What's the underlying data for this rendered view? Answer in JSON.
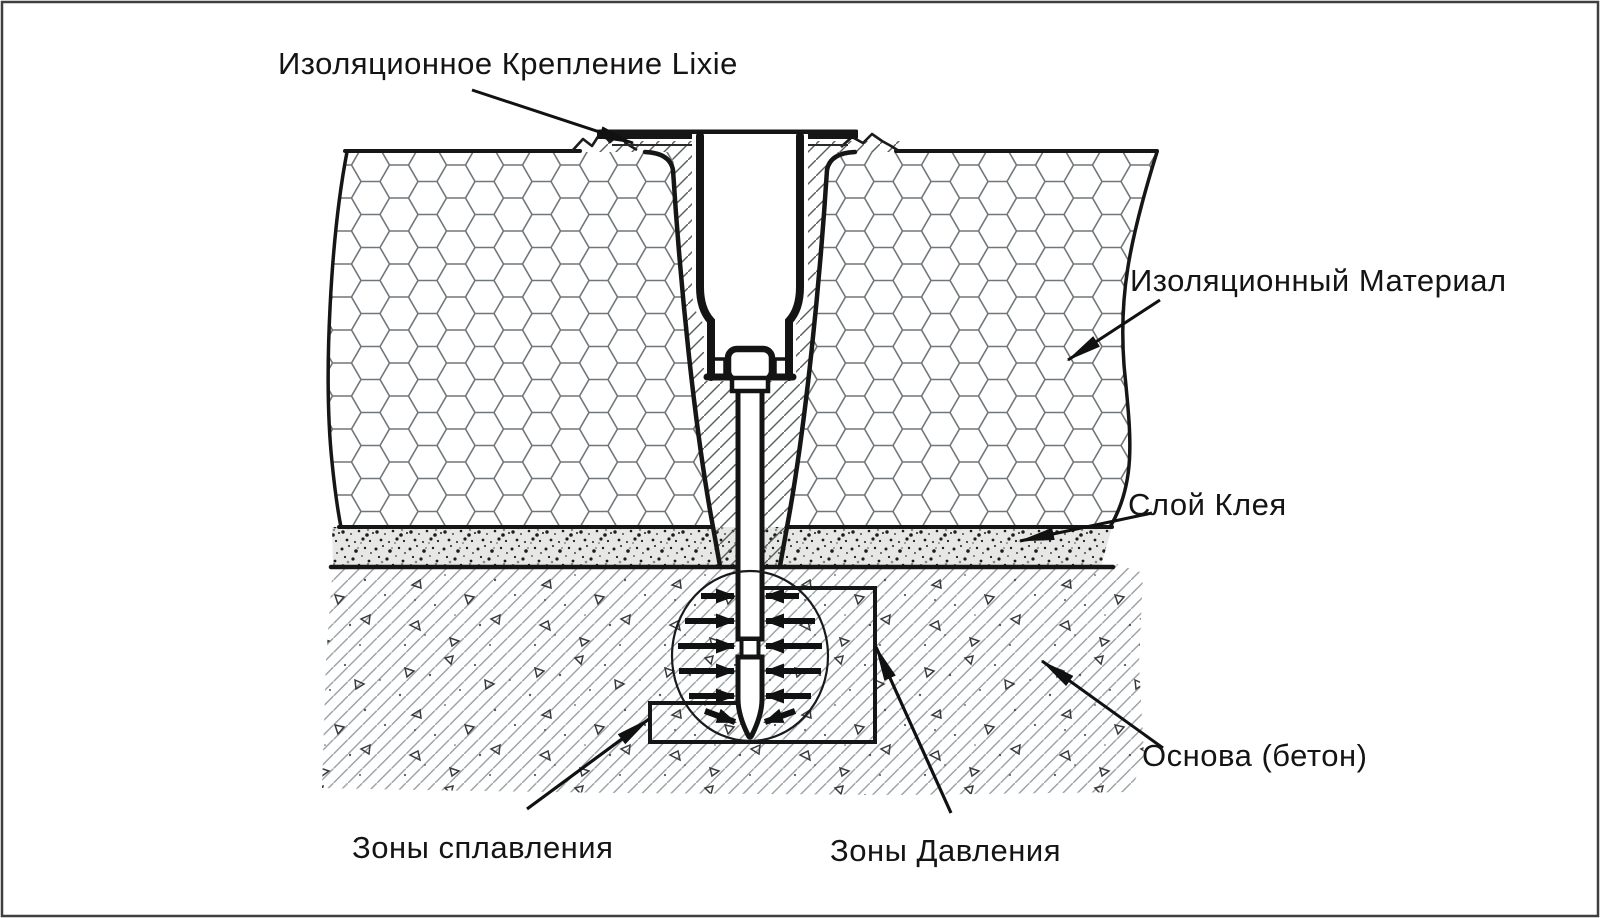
{
  "diagram": {
    "labels": {
      "fastener": "Изоляционное Крепление Lixie",
      "insulation_material": "Изоляционный Материал",
      "adhesive_layer": "Слой Клея",
      "base_concrete": "Основа (бетон)",
      "fusion_zones": "Зоны сплавления",
      "pressure_zones": "Зоны Давления"
    },
    "colors": {
      "line": "#161616",
      "hex_grid": "#70767a",
      "concrete_hatch": "#9aa4aa",
      "funnel_hatch": "#585d60",
      "background": "#ffffff"
    }
  }
}
